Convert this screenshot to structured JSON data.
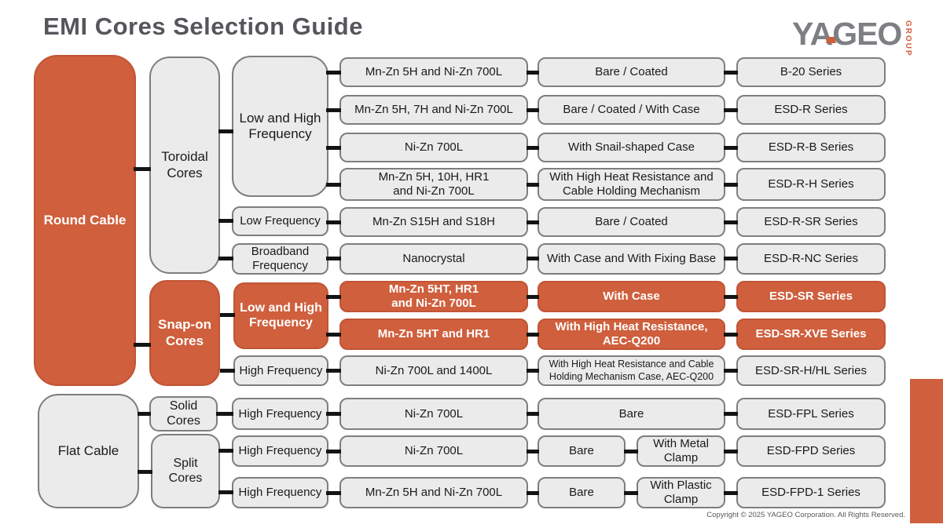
{
  "title": "EMI Cores Selection Guide",
  "logo": {
    "wordmark": "YAGEO",
    "group": "GROUP"
  },
  "colors": {
    "accent_orange": "#CF5F3D",
    "node_gray_fill": "#EBEBEB",
    "node_gray_border": "#7E7E7E",
    "connector_black": "#141414",
    "title_gray": "#54565B",
    "logo_gray": "#7D7F83"
  },
  "cables": [
    {
      "label": "Round Cable",
      "highlight": true
    },
    {
      "label": "Flat Cable",
      "highlight": false
    }
  ],
  "cores": [
    {
      "label": "Toroidal\nCores",
      "highlight": false
    },
    {
      "label": "Snap-on\nCores",
      "highlight": true
    },
    {
      "label": "Solid\nCores",
      "highlight": false
    },
    {
      "label": "Split\nCores",
      "highlight": false
    }
  ],
  "frequencies": [
    {
      "label": "Low and High\nFrequency",
      "highlight": false
    },
    {
      "label": "Low Frequency",
      "highlight": false
    },
    {
      "label": "Broadband\nFrequency",
      "highlight": false
    },
    {
      "label": "Low and High\nFrequency",
      "highlight": true
    },
    {
      "label": "High Frequency",
      "highlight": false
    },
    {
      "label": "High Frequency",
      "highlight": false
    },
    {
      "label": "High Frequency",
      "highlight": false
    },
    {
      "label": "High Frequency",
      "highlight": false
    }
  ],
  "rows": [
    {
      "material": "Mn-Zn 5H and Ni-Zn 700L",
      "case": "Bare / Coated",
      "series": "B-20 Series"
    },
    {
      "material": "Mn-Zn 5H, 7H and Ni-Zn 700L",
      "case": "Bare / Coated / With Case",
      "series": "ESD-R Series"
    },
    {
      "material": "Ni-Zn 700L",
      "case": "With Snail-shaped Case",
      "series": "ESD-R-B Series"
    },
    {
      "material": "Mn-Zn 5H, 10H, HR1\nand Ni-Zn 700L",
      "case": "With High Heat Resistance and\nCable Holding Mechanism",
      "series": "ESD-R-H Series"
    },
    {
      "material": "Mn-Zn S15H and S18H",
      "case": "Bare / Coated",
      "series": "ESD-R-SR Series"
    },
    {
      "material": "Nanocrystal",
      "case": "With Case and With Fixing Base",
      "series": "ESD-R-NC Series"
    },
    {
      "material": "Mn-Zn 5HT, HR1\nand Ni-Zn 700L",
      "case": "With Case",
      "series": "ESD-SR Series",
      "highlight": true
    },
    {
      "material": "Mn-Zn 5HT and HR1",
      "case": "With High Heat Resistance,\nAEC-Q200",
      "series": "ESD-SR-XVE Series",
      "highlight": true
    },
    {
      "material": "Ni-Zn 700L and 1400L",
      "case": "With High Heat Resistance and Cable\nHolding Mechanism Case, AEC-Q200",
      "series": "ESD-SR-H/HL Series"
    },
    {
      "material": "Ni-Zn 700L",
      "case": "Bare",
      "series": "ESD-FPL Series"
    },
    {
      "material": "Ni-Zn 700L",
      "case": "Bare",
      "case2": "With Metal\nClamp",
      "series": "ESD-FPD Series"
    },
    {
      "material": "Mn-Zn 5H and Ni-Zn 700L",
      "case": "Bare",
      "case2": "With Plastic\nClamp",
      "series": "ESD-FPD-1 Series"
    }
  ],
  "copyright": "Copyright © 2025 YAGEO Corporation. All Rights Reserved."
}
